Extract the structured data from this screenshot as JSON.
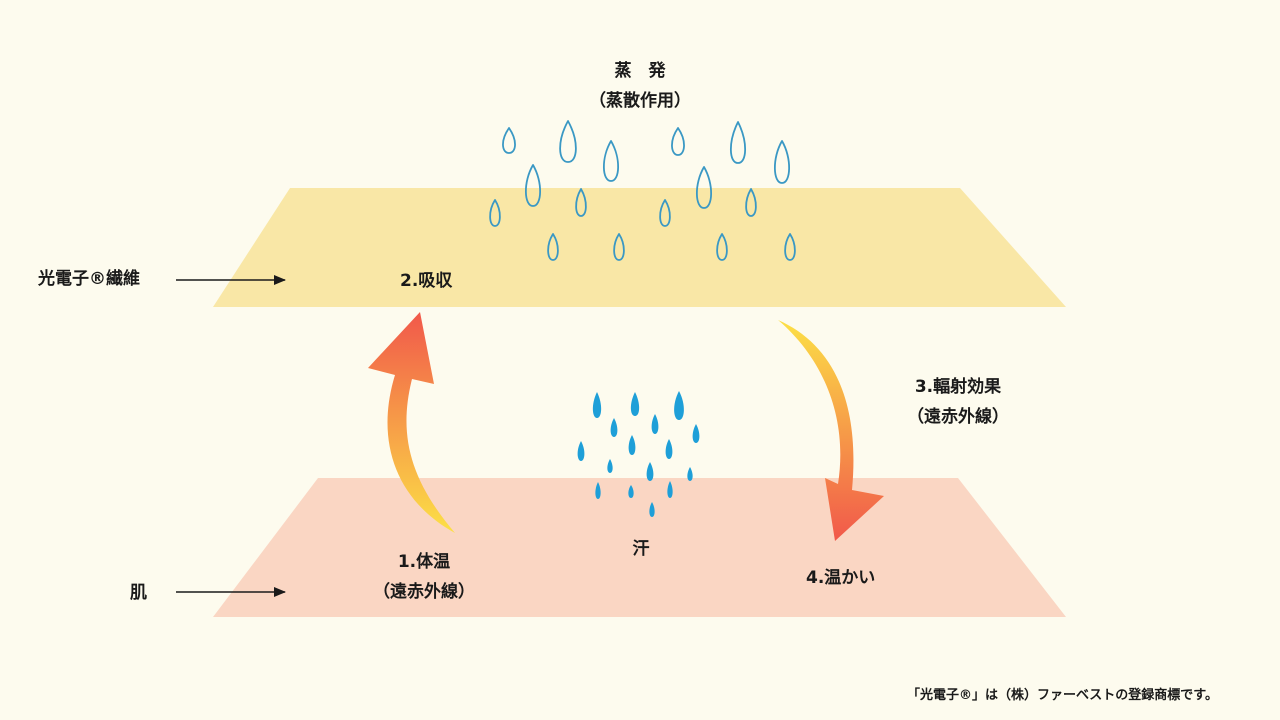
{
  "evaporation": {
    "title": "蒸　発",
    "subtitle": "（蒸散作用）"
  },
  "fiber_label": "光電子®繊維",
  "skin_label": "肌",
  "steps": {
    "absorb": "2.吸収",
    "radiation_title": "3.輻射効果",
    "radiation_sub": "（遠赤外線）",
    "body_heat_title": "1.体温",
    "body_heat_sub": "（遠赤外線）",
    "warm": "4.温かい"
  },
  "sweat_label": "汗",
  "footnote": "「光電子®」は（株）ファーベストの登録商標です。",
  "colors": {
    "background": "#fdfbee",
    "fiber_layer": "#f9e7a6",
    "skin_layer": "#fad6c3",
    "vapor_drop": "#3a98c4",
    "sweat_drop": "#1e9fd8",
    "arrow_start": "#fce046",
    "arrow_end": "#f1584a"
  }
}
